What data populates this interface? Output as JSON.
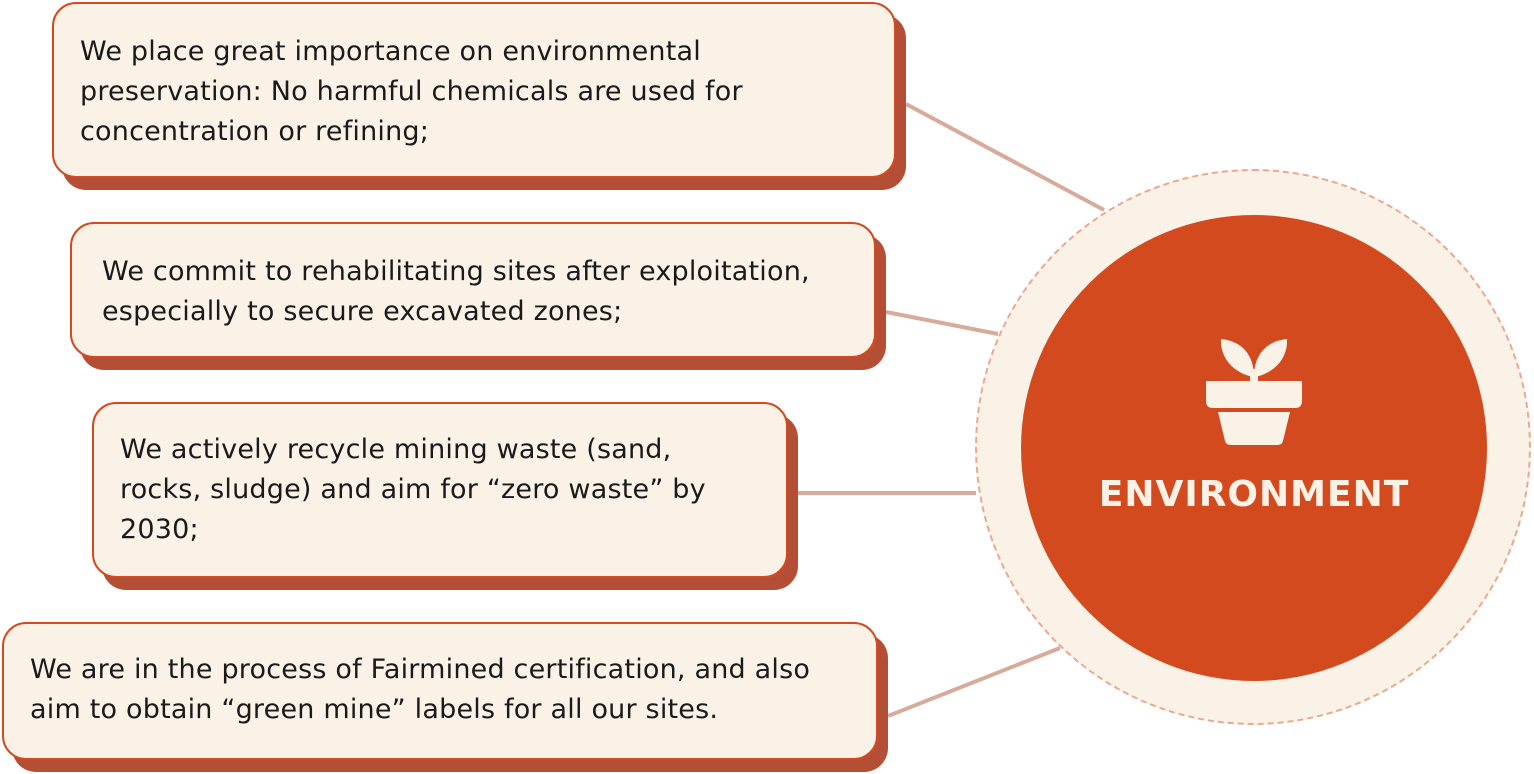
{
  "hub": {
    "title": "ENVIRONMENT",
    "icon": "plant-pot-icon"
  },
  "commitments": [
    {
      "text": "We place great importance on environmental preservation: No harmful chemicals are used for concentration or refining;"
    },
    {
      "text": "We commit to rehabilitating sites after exploitation, especially to secure excavated zones;"
    },
    {
      "text": "We actively recycle mining waste (sand, rocks, sludge) and aim for “zero waste” by 2030;"
    },
    {
      "text": "We are in the process of Fairmined certification, and also aim to obtain “green mine” labels for all our sites."
    }
  ],
  "colors": {
    "accent": "#d34a1f",
    "card_fill": "#faf1e7",
    "card_shadow": "#b44f35",
    "connector": "#d8aa9a"
  }
}
